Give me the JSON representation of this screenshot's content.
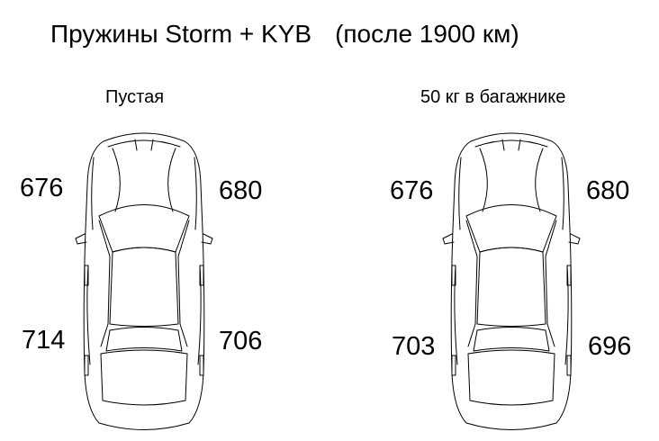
{
  "title": {
    "main": "Пружины Storm + KYB",
    "sub": "(после 1900 км)"
  },
  "panels": [
    {
      "caption": "Пустая",
      "front_left": "676",
      "front_right": "680",
      "rear_left": "714",
      "rear_right": "706"
    },
    {
      "caption": "50 кг в багажнике",
      "front_left": "676",
      "front_right": "680",
      "rear_left": "703",
      "rear_right": "696"
    }
  ]
}
